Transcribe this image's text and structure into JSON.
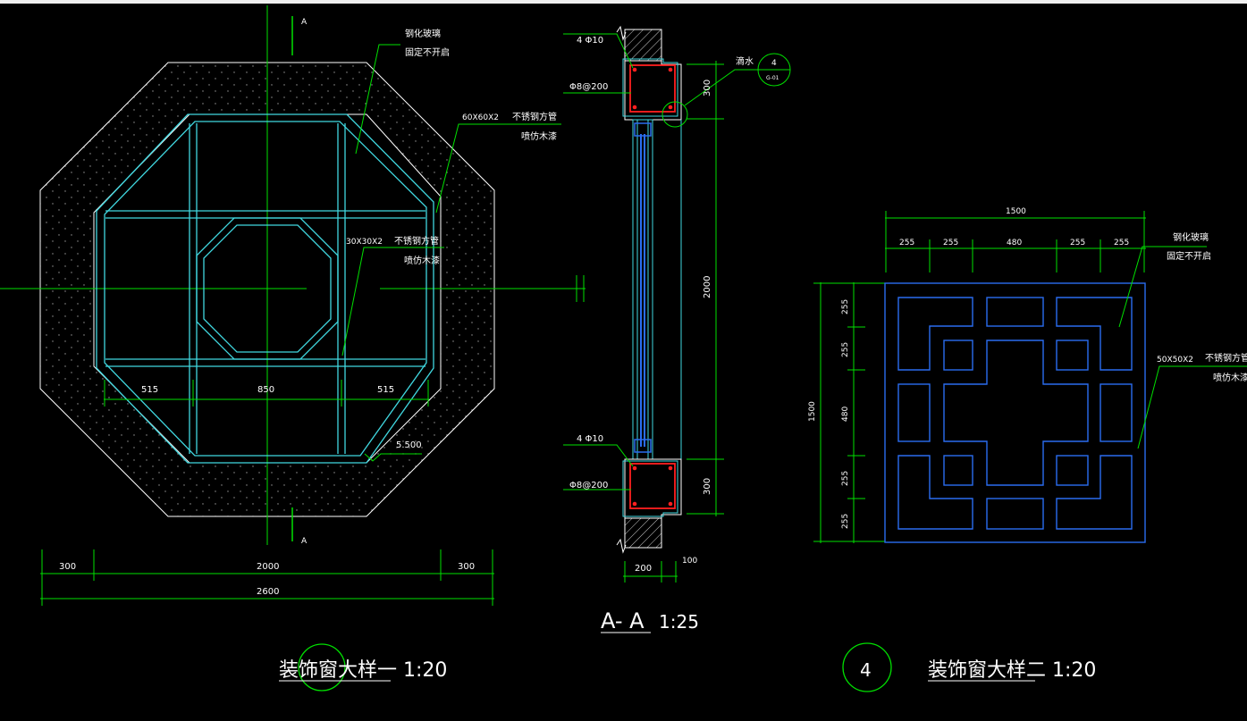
{
  "colors": {
    "background": "#000000",
    "white": "#ffffff",
    "green": "#00e000",
    "cyan": "#40d8e0",
    "blue": "#2a6cf0",
    "red": "#ff2020",
    "gray": "#9a9a9a"
  },
  "detail1": {
    "section_mark_top": "A",
    "section_mark_bottom": "A",
    "note_glass_line1": "钢化玻璃",
    "note_glass_line2": "固定不开启",
    "note_tube60_size": "60X60X2",
    "note_tube60_line1": "不锈钢方管",
    "note_tube60_line2": "喷仿木漆",
    "note_tube30_size": "30X30X2",
    "note_tube30_line1": "不锈钢方管",
    "note_tube30_line2": "喷仿木漆",
    "dim_inner_left": "515",
    "dim_inner_mid": "850",
    "dim_inner_right": "515",
    "elevation": "5.500",
    "dim_left": "300",
    "dim_mid": "2000",
    "dim_right": "300",
    "dim_total": "2600",
    "title": "装饰窗大样一 1:20"
  },
  "section": {
    "rebar_top": "4 Φ10",
    "stirrup_top": "Φ8@200",
    "rebar_bottom": "4 Φ10",
    "stirrup_bottom": "Φ8@200",
    "note_drip": "滴水",
    "callout_number": "4",
    "callout_sheet": "G-01",
    "dim_top": "300",
    "dim_mid": "2000",
    "dim_bottom": "300",
    "dim_width": "200",
    "dim_offset": "100",
    "title_main": "A- A",
    "title_scale": "1:25"
  },
  "detail2": {
    "dim_total_top": "1500",
    "dims_top": [
      "255",
      "255",
      "480",
      "255",
      "255"
    ],
    "dim_total_left": "1500",
    "dims_left": [
      "255",
      "255",
      "480",
      "255",
      "255"
    ],
    "note_glass_line1": "钢化玻璃",
    "note_glass_line2": "固定不开启",
    "note_tube50_size": "50X50X2",
    "note_tube50_line1": "不锈钢方管",
    "note_tube50_line2": "喷仿木漆",
    "number": "4",
    "title": "装饰窗大样二 1:20"
  }
}
